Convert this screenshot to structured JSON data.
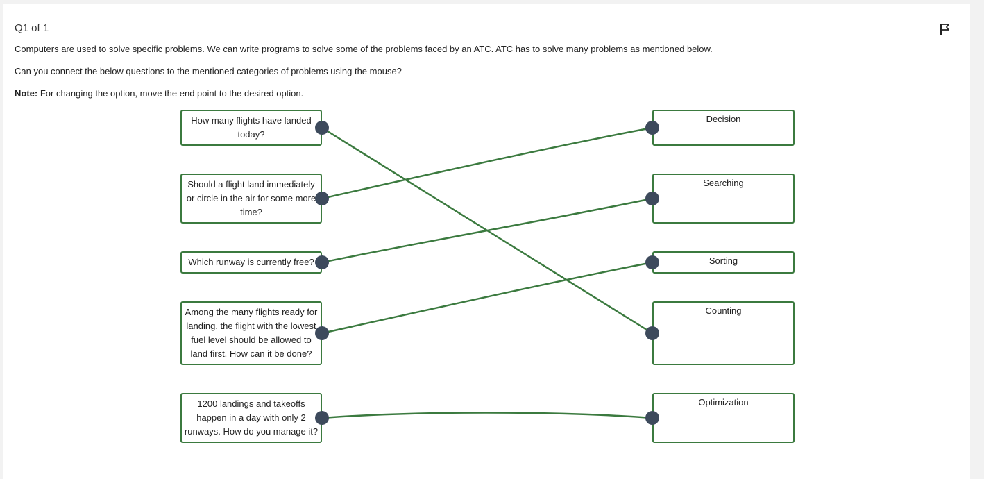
{
  "header": {
    "question_counter": "Q1 of 1"
  },
  "instructions": {
    "intro": "Computers are used to solve specific problems. We can write programs to solve some of the problems faced by an ATC. ATC has to solve many problems as mentioned below.",
    "task": "Can you connect the below questions to the mentioned categories of problems using the mouse?",
    "note_label": "Note:",
    "note_text": " For changing the option, move the end point to the desired option."
  },
  "questions": [
    "How many flights have landed today?",
    "Should a flight land immediately or circle in the air for some more time?",
    "Which runway is currently free?",
    "Among the many flights ready for landing, the flight with the lowest fuel level should be allowed to land first. How can it be done?",
    "1200 landings and takeoffs happen in a day with only 2 runways. How do you manage it?"
  ],
  "categories": [
    "Decision",
    "Searching",
    "Sorting",
    "Counting",
    "Optimization"
  ],
  "connections": [
    {
      "question": 0,
      "category": 3
    },
    {
      "question": 1,
      "category": 0
    },
    {
      "question": 2,
      "category": 1
    },
    {
      "question": 3,
      "category": 2
    },
    {
      "question": 4,
      "category": 4
    }
  ],
  "colors": {
    "line": "#3b7a3f",
    "border": "#3b7a3f",
    "handle": "#3d4a5c"
  },
  "icons": {
    "flag": "flag-icon"
  }
}
